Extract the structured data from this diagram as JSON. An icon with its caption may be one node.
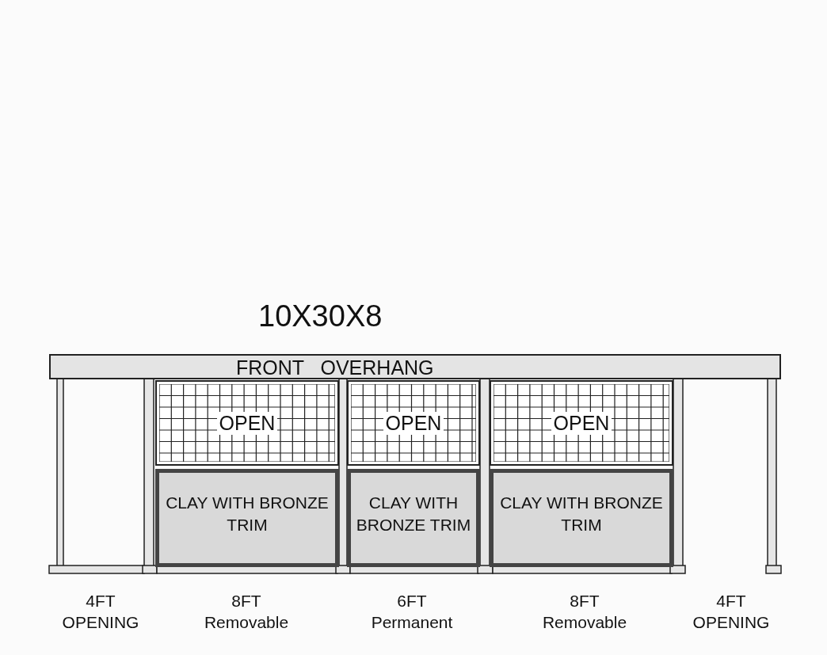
{
  "diagram": {
    "title": "10X30X8",
    "nodes": [
      {
        "text": [
          "FRONT   OVERHANG"
        ]
      },
      {
        "text": [
          "OPEN"
        ]
      },
      {
        "text": [
          "OPEN"
        ]
      },
      {
        "text": [
          "OPEN"
        ]
      },
      {
        "text": [
          "CLAY WITH BRONZE TRIM"
        ]
      },
      {
        "text": [
          "CLAY WITH BRONZE TRIM"
        ]
      },
      {
        "text": [
          "CLAY WITH BRONZE TRIM"
        ]
      }
    ],
    "labels": [
      "4FT OPENING",
      "8FT Removable",
      "6FT Permanent",
      "8FT Removable",
      "4FT OPENING"
    ]
  }
}
